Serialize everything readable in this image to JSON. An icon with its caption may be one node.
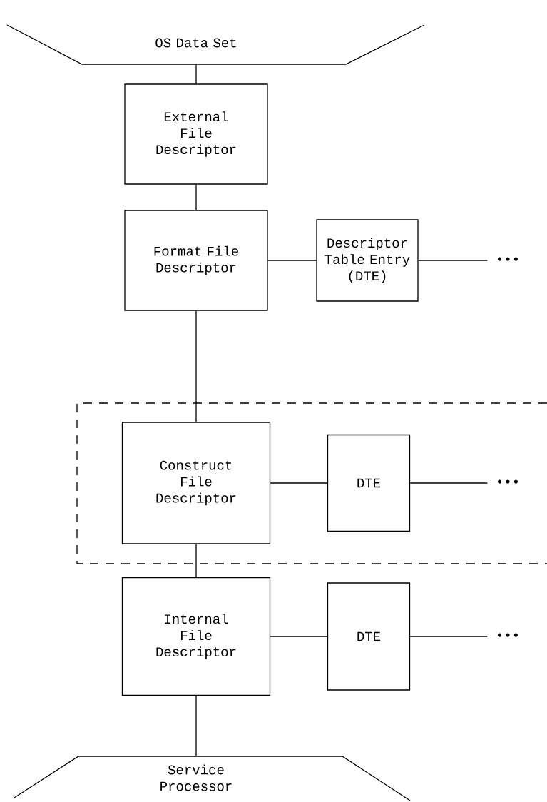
{
  "diagram": {
    "nodes": [
      {
        "text": [
          "OS Data Set"
        ]
      },
      {
        "text": [
          "External File Descriptor"
        ]
      },
      {
        "text": [
          "Format File Descriptor"
        ]
      },
      {
        "text": [
          "Descriptor Table Entry (DTE)"
        ]
      },
      {
        "text": [
          "•••"
        ]
      },
      {
        "text": [],
        "shape": "box"
      },
      {
        "text": [
          "Construct File Descriptor"
        ],
        "in": 5
      },
      {
        "text": [
          "DTE"
        ],
        "in": 5
      },
      {
        "text": [
          "•••"
        ],
        "in": 5
      },
      {
        "text": [
          "Internal File Descriptor"
        ]
      },
      {
        "text": [
          "DTE"
        ]
      },
      {
        "text": [
          "•••"
        ]
      },
      {
        "text": [
          "Service Processor"
        ]
      }
    ],
    "edges": [
      {
        "from": 0,
        "to": 1,
        "arrow": "none"
      },
      {
        "from": 1,
        "to": 2,
        "arrow": "none"
      },
      {
        "from": 2,
        "to": 3,
        "arrow": "none"
      },
      {
        "from": 3,
        "to": 4,
        "arrow": "none"
      },
      {
        "from": 2,
        "to": 6,
        "arrow": "none"
      },
      {
        "from": 6,
        "to": 7,
        "arrow": "none"
      },
      {
        "from": 7,
        "to": 8,
        "arrow": "none"
      },
      {
        "from": 6,
        "to": 9,
        "arrow": "none"
      },
      {
        "from": 9,
        "to": 10,
        "arrow": "none"
      },
      {
        "from": 10,
        "to": 11,
        "arrow": "none"
      },
      {
        "from": 9,
        "to": 12,
        "arrow": "none"
      }
    ]
  }
}
